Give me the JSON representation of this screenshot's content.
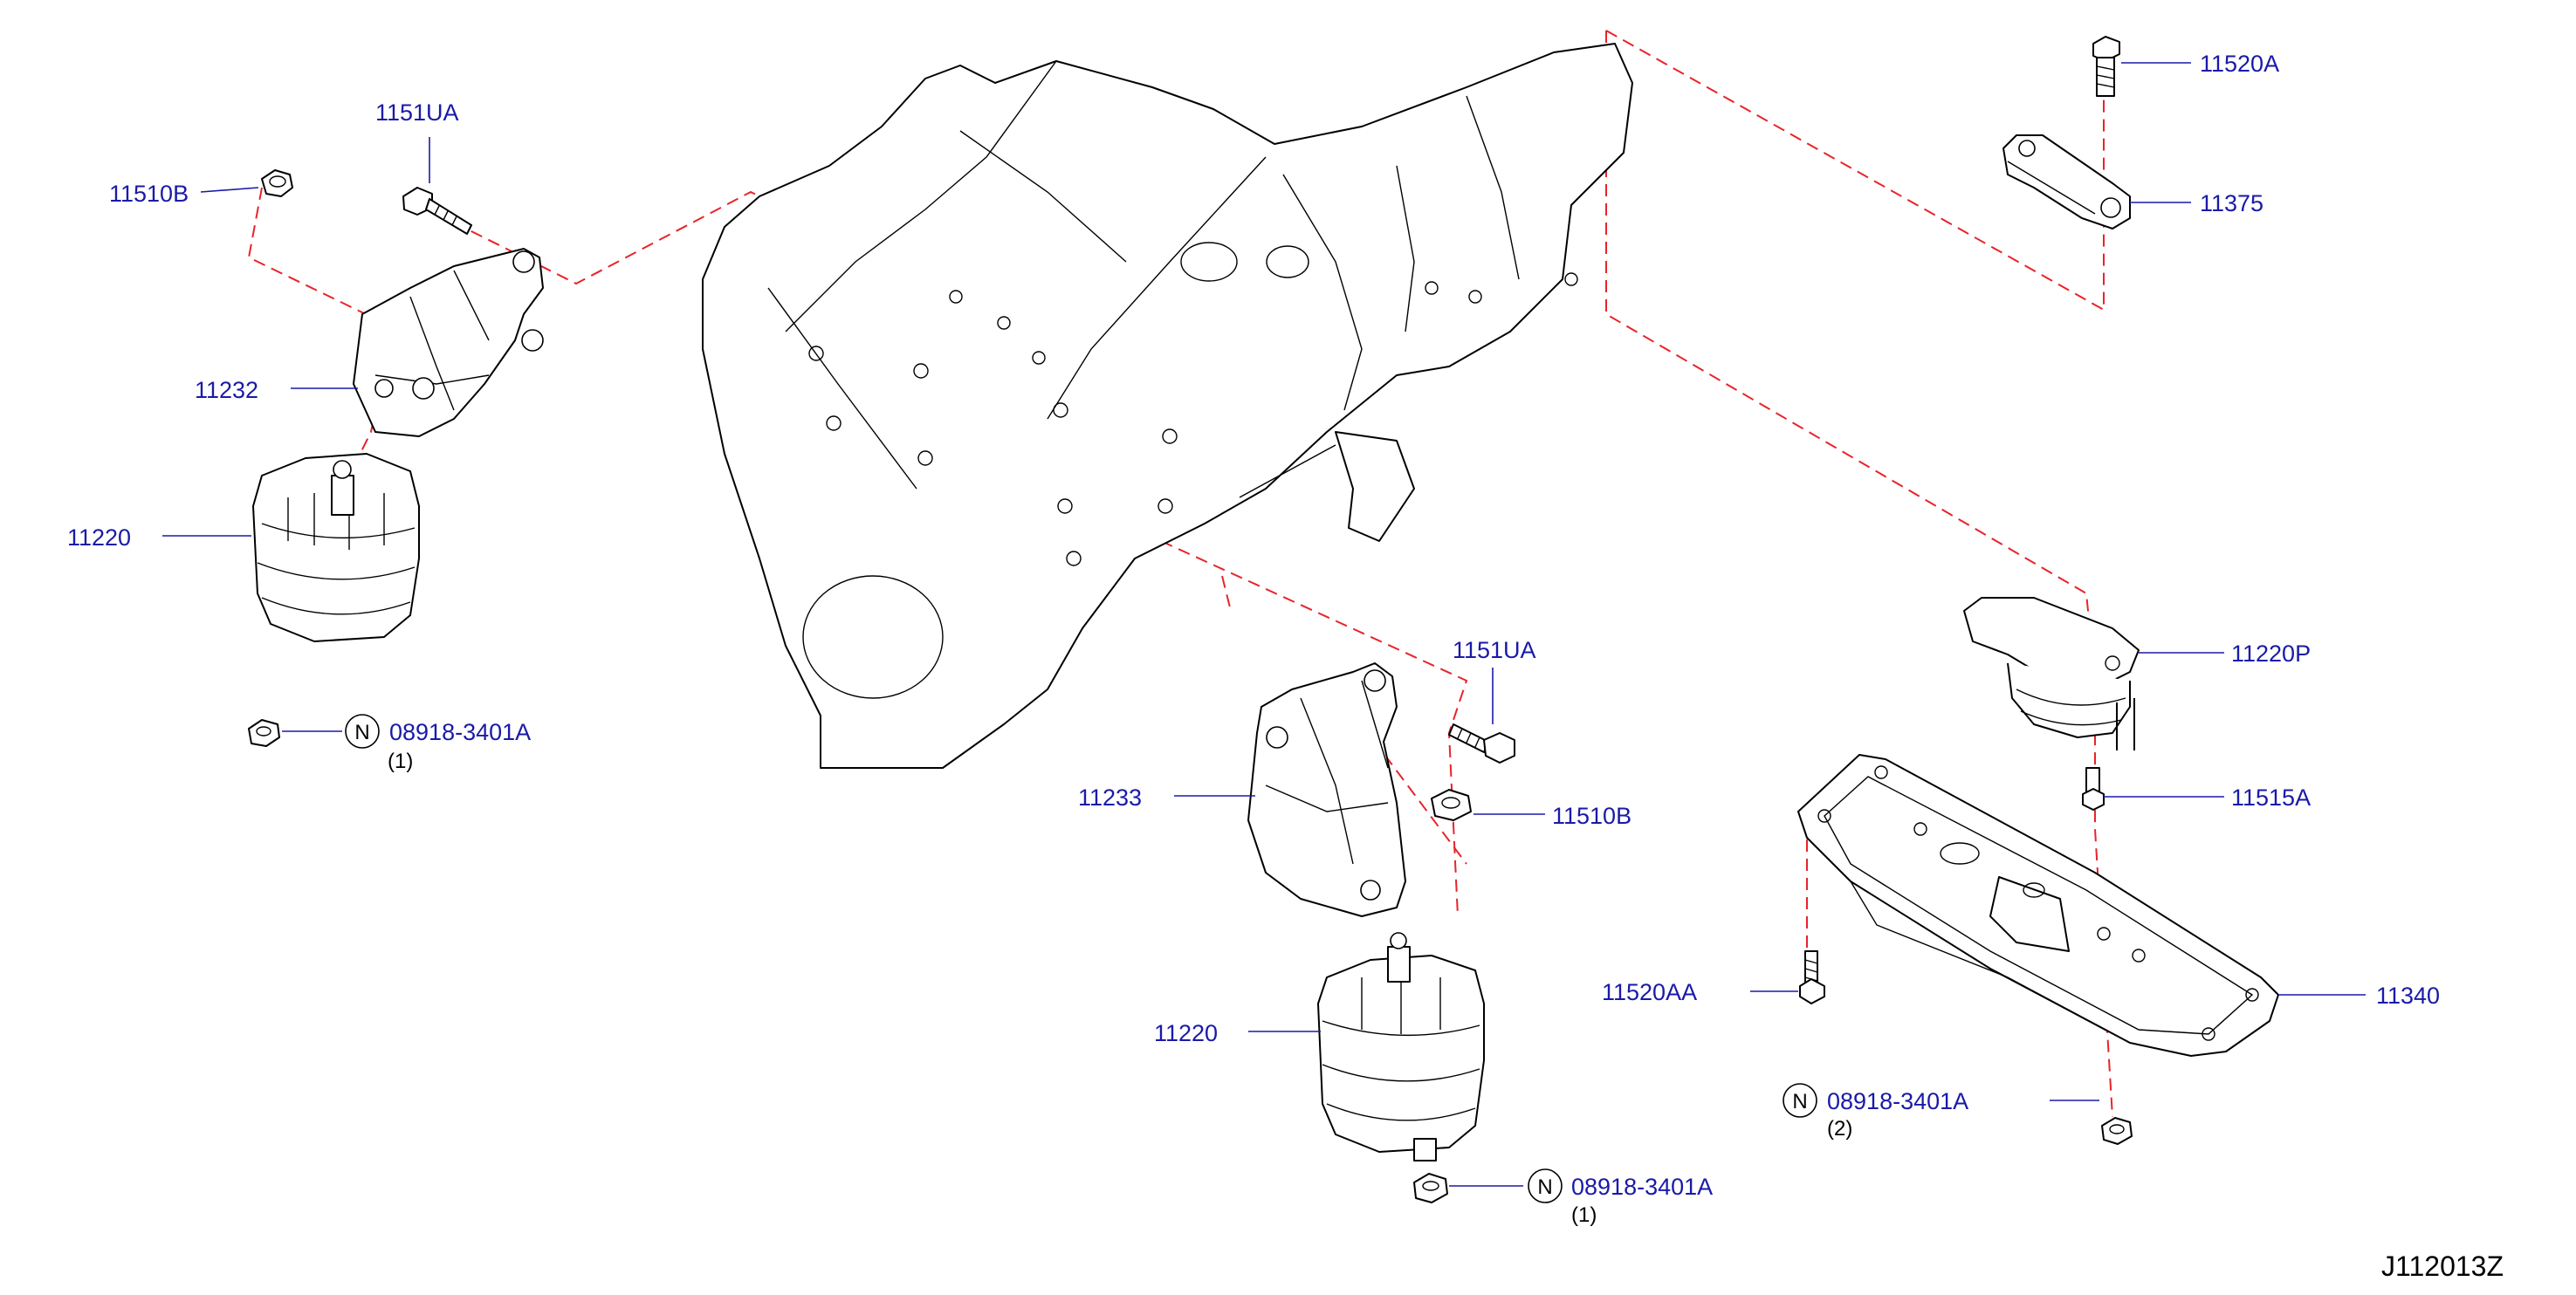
{
  "callouts": {
    "c11510B_left": "11510B",
    "c1151UA_left": "1151UA",
    "c11232": "11232",
    "c11220_left": "11220",
    "c08918_left": "08918-3401A",
    "c08918_left_qty": "(1)",
    "c1151UA_center": "1151UA",
    "c11233": "11233",
    "c11510B_center": "11510B",
    "c11220_center": "11220",
    "c08918_center": "08918-3401A",
    "c08918_center_qty": "(1)",
    "c11520A": "11520A",
    "c11375": "11375",
    "c11220P": "11220P",
    "c11515A": "11515A",
    "c11520AA": "11520AA",
    "c11340": "11340",
    "c08918_right": "08918-3401A",
    "c08918_right_qty": "(2)"
  },
  "nut_symbol": "N",
  "diagram_code": "J112013Z",
  "colors": {
    "callout_text": "#1a1aa8",
    "dashed_line": "#e8232a",
    "line_art": "#000000"
  }
}
